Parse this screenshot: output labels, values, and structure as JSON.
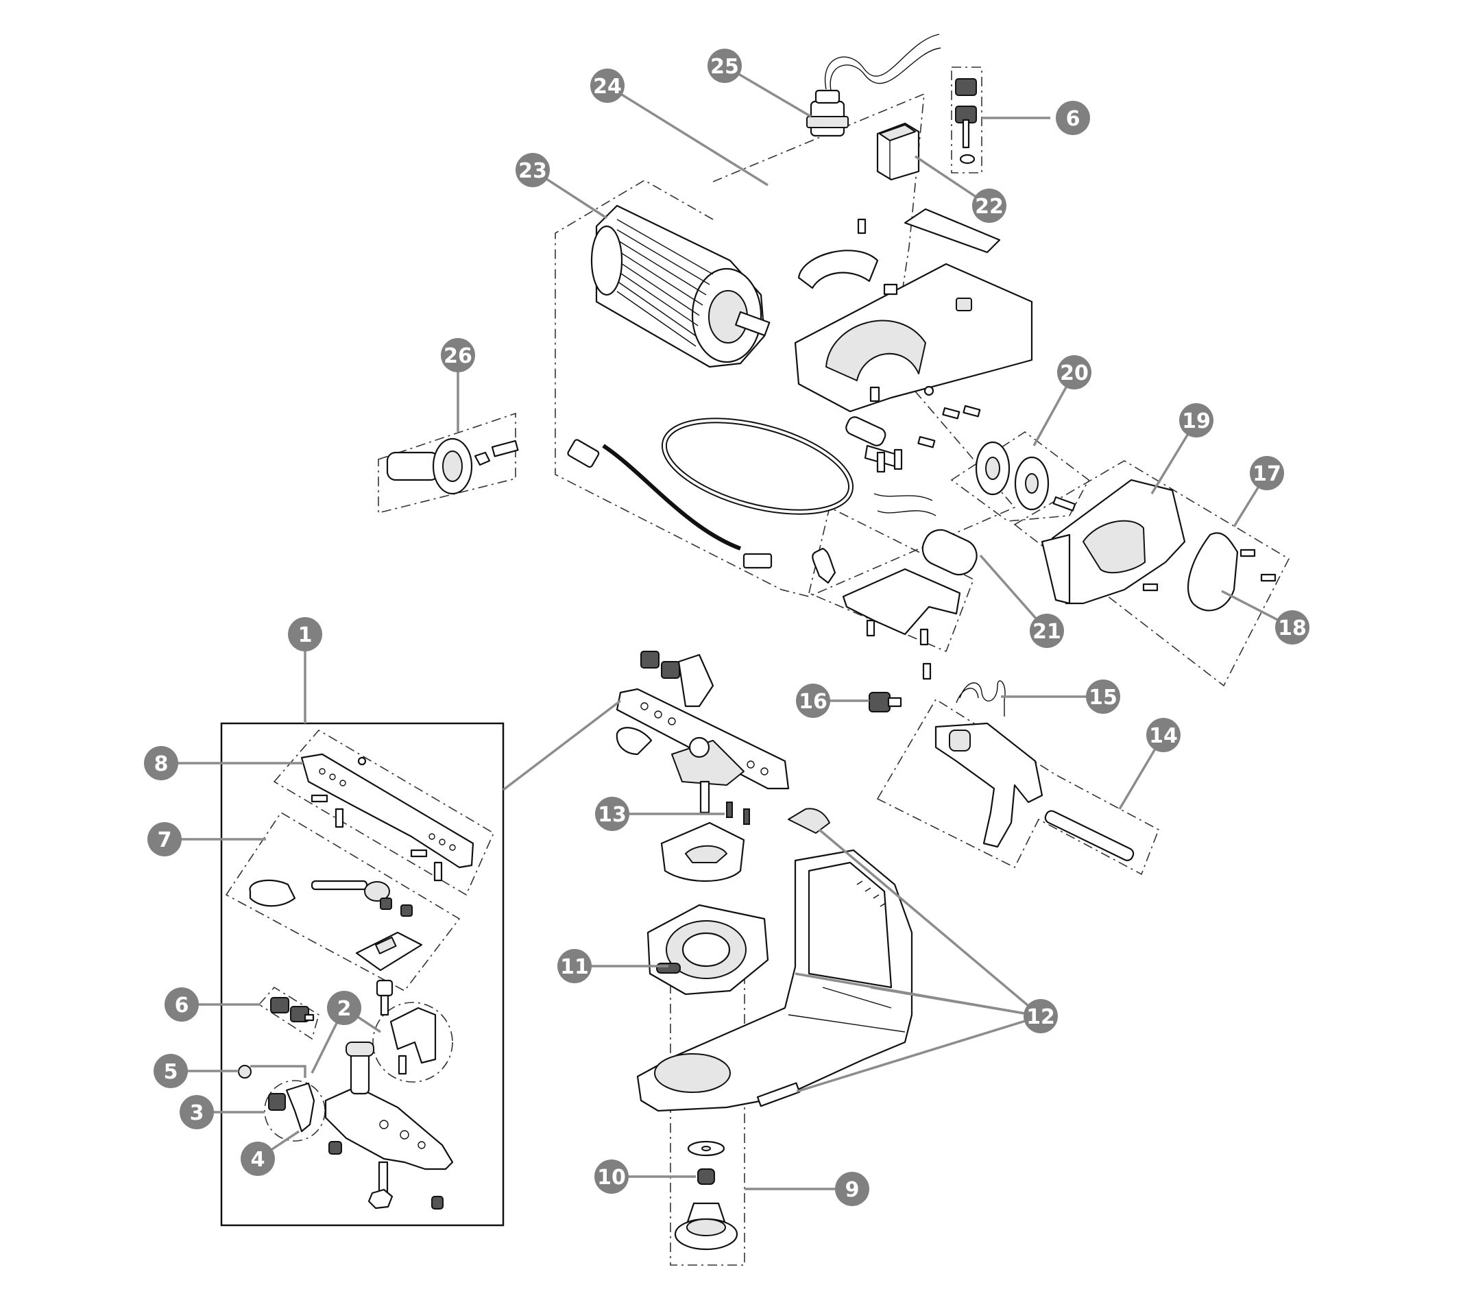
{
  "diagram": {
    "callouts": [
      {
        "id": "c1",
        "label": "1"
      },
      {
        "id": "c2",
        "label": "2"
      },
      {
        "id": "c3",
        "label": "3"
      },
      {
        "id": "c4",
        "label": "4"
      },
      {
        "id": "c5",
        "label": "5"
      },
      {
        "id": "c6a",
        "label": "6"
      },
      {
        "id": "c6b",
        "label": "6"
      },
      {
        "id": "c7",
        "label": "7"
      },
      {
        "id": "c8",
        "label": "8"
      },
      {
        "id": "c9",
        "label": "9"
      },
      {
        "id": "c10",
        "label": "10"
      },
      {
        "id": "c11",
        "label": "11"
      },
      {
        "id": "c12",
        "label": "12"
      },
      {
        "id": "c13",
        "label": "13"
      },
      {
        "id": "c14",
        "label": "14"
      },
      {
        "id": "c15",
        "label": "15"
      },
      {
        "id": "c16",
        "label": "16"
      },
      {
        "id": "c17",
        "label": "17"
      },
      {
        "id": "c18",
        "label": "18"
      },
      {
        "id": "c19",
        "label": "19"
      },
      {
        "id": "c20",
        "label": "20"
      },
      {
        "id": "c21",
        "label": "21"
      },
      {
        "id": "c22",
        "label": "22"
      },
      {
        "id": "c23",
        "label": "23"
      },
      {
        "id": "c24",
        "label": "24"
      },
      {
        "id": "c25",
        "label": "25"
      },
      {
        "id": "c26",
        "label": "26"
      }
    ],
    "colors": {
      "callout_fill": "#808080",
      "callout_text": "#ffffff",
      "leader_line": "#8c8c8c",
      "line_art": "#111111",
      "background": "#ffffff"
    }
  }
}
